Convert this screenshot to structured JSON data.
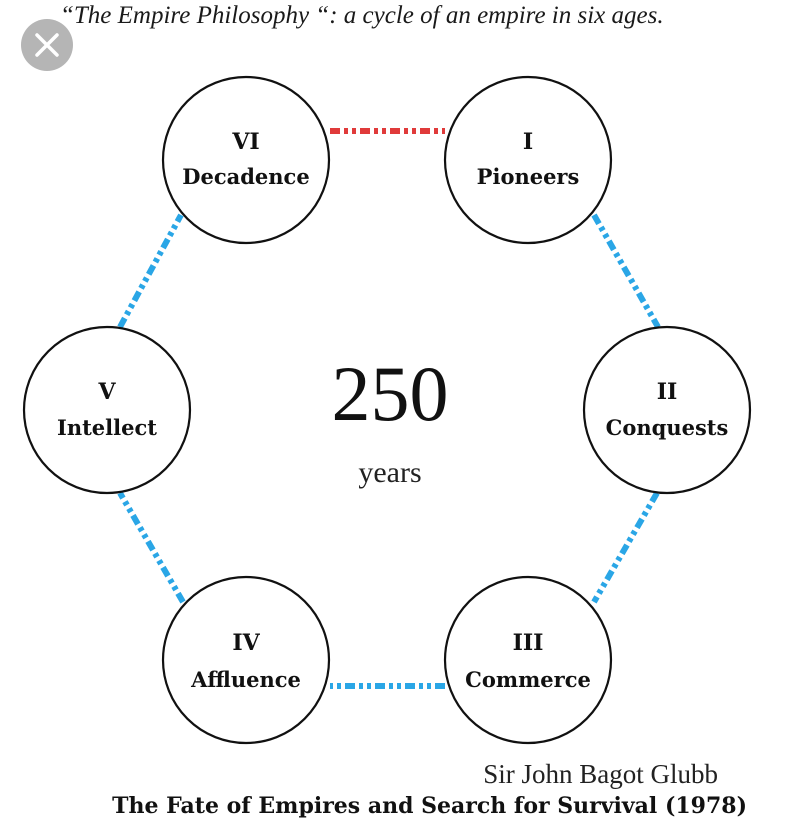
{
  "header": {
    "title": "“The Empire Philosophy “: a cycle of an empire in six ages."
  },
  "close_button": {
    "icon": "close-icon"
  },
  "center": {
    "value": "250",
    "unit": "years"
  },
  "stages": [
    {
      "numeral": "I",
      "name": "Pioneers"
    },
    {
      "numeral": "II",
      "name": "Conquests"
    },
    {
      "numeral": "III",
      "name": "Commerce"
    },
    {
      "numeral": "IV",
      "name": "Affluence"
    },
    {
      "numeral": "V",
      "name": "Intellect"
    },
    {
      "numeral": "VI",
      "name": "Decadence"
    }
  ],
  "colors": {
    "connector": "#2aa6e6",
    "highlight_connector": "#e03a3a",
    "circle_stroke": "#111111"
  },
  "footer": {
    "author": "Sir John Bagot Glubb",
    "book": "The Fate of Empires and Search for Survival (1978)"
  }
}
